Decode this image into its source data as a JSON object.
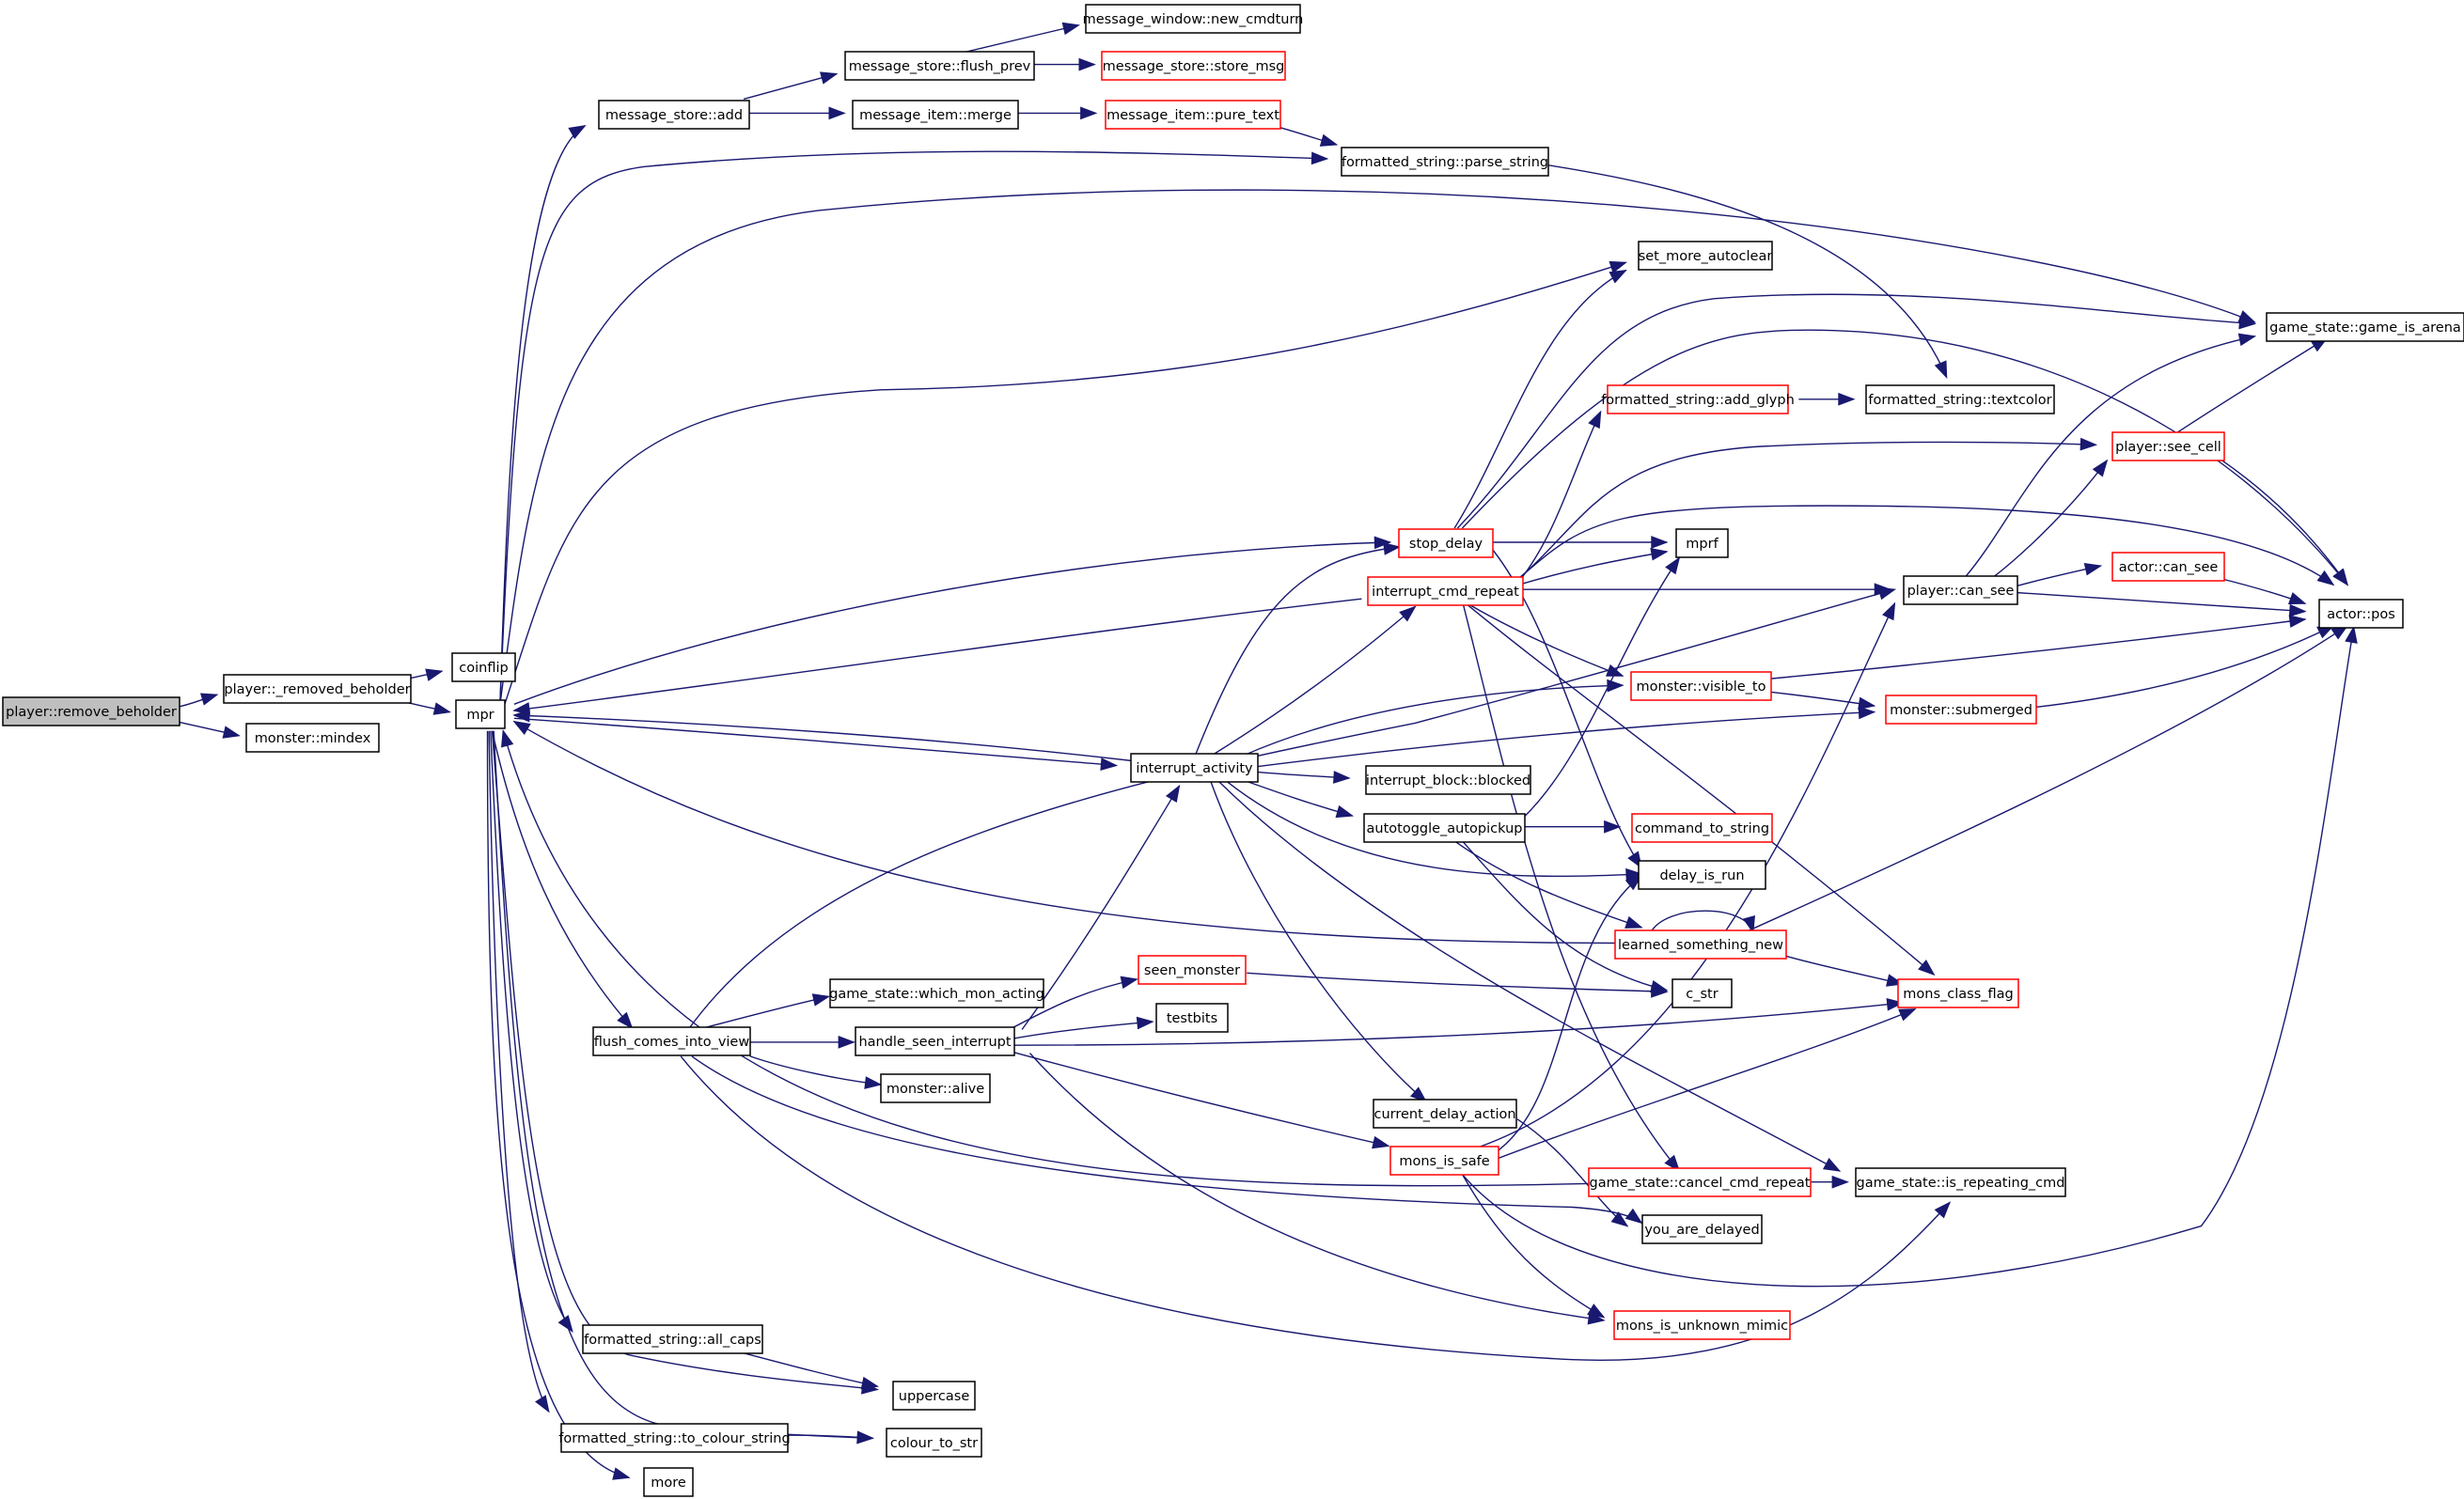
{
  "colors": {
    "edge": "#191970",
    "border_default": "#000000",
    "border_truncated": "#ff0000",
    "fill_root": "#bfbfbf",
    "fill_default": "#ffffff"
  },
  "nodes": [
    {
      "id": "root",
      "label": "player::remove_beholder",
      "style": "root"
    },
    {
      "id": "removed_beholder",
      "label": "player::_removed_beholder",
      "style": "normal"
    },
    {
      "id": "mindex",
      "label": "monster::mindex",
      "style": "normal"
    },
    {
      "id": "coinflip",
      "label": "coinflip",
      "style": "normal"
    },
    {
      "id": "mpr",
      "label": "mpr",
      "style": "normal"
    },
    {
      "id": "ms_add",
      "label": "message_store::add",
      "style": "normal"
    },
    {
      "id": "flush_prev",
      "label": "message_store::flush_prev",
      "style": "normal"
    },
    {
      "id": "new_cmdturn",
      "label": "message_window::new_cmdturn",
      "style": "normal"
    },
    {
      "id": "store_msg",
      "label": "message_store::store_msg",
      "style": "truncated"
    },
    {
      "id": "mi_merge",
      "label": "message_item::merge",
      "style": "normal"
    },
    {
      "id": "pure_text",
      "label": "message_item::pure_text",
      "style": "truncated"
    },
    {
      "id": "parse_string",
      "label": "formatted_string::parse_string",
      "style": "normal"
    },
    {
      "id": "set_more_autoclear",
      "label": "set_more_autoclear",
      "style": "normal"
    },
    {
      "id": "game_is_arena",
      "label": "game_state::game_is_arena",
      "style": "normal"
    },
    {
      "id": "add_glyph",
      "label": "formatted_string::add_glyph",
      "style": "truncated"
    },
    {
      "id": "textcolor",
      "label": "formatted_string::textcolor",
      "style": "normal"
    },
    {
      "id": "see_cell",
      "label": "player::see_cell",
      "style": "truncated"
    },
    {
      "id": "stop_delay",
      "label": "stop_delay",
      "style": "truncated"
    },
    {
      "id": "mprf",
      "label": "mprf",
      "style": "normal"
    },
    {
      "id": "actor_can_see",
      "label": "actor::can_see",
      "style": "truncated"
    },
    {
      "id": "icr",
      "label": "interrupt_cmd_repeat",
      "style": "truncated"
    },
    {
      "id": "p_can_see",
      "label": "player::can_see",
      "style": "normal"
    },
    {
      "id": "actor_pos",
      "label": "actor::pos",
      "style": "normal"
    },
    {
      "id": "visible_to",
      "label": "monster::visible_to",
      "style": "truncated"
    },
    {
      "id": "submerged",
      "label": "monster::submerged",
      "style": "truncated"
    },
    {
      "id": "interrupt_activity",
      "label": "interrupt_activity",
      "style": "normal"
    },
    {
      "id": "ib_blocked",
      "label": "interrupt_block::blocked",
      "style": "normal"
    },
    {
      "id": "autotoggle",
      "label": "autotoggle_autopickup",
      "style": "normal"
    },
    {
      "id": "command_to_string",
      "label": "command_to_string",
      "style": "truncated"
    },
    {
      "id": "delay_is_run",
      "label": "delay_is_run",
      "style": "normal"
    },
    {
      "id": "learned",
      "label": "learned_something_new",
      "style": "truncated"
    },
    {
      "id": "which_mon",
      "label": "game_state::which_mon_acting",
      "style": "normal"
    },
    {
      "id": "seen_monster",
      "label": "seen_monster",
      "style": "truncated"
    },
    {
      "id": "c_str",
      "label": "c_str",
      "style": "normal"
    },
    {
      "id": "mons_class_flag",
      "label": "mons_class_flag",
      "style": "truncated"
    },
    {
      "id": "flush_cv",
      "label": "flush_comes_into_view",
      "style": "normal"
    },
    {
      "id": "hsi",
      "label": "handle_seen_interrupt",
      "style": "normal"
    },
    {
      "id": "testbits",
      "label": "testbits",
      "style": "normal"
    },
    {
      "id": "alive",
      "label": "monster::alive",
      "style": "normal"
    },
    {
      "id": "cda",
      "label": "current_delay_action",
      "style": "normal"
    },
    {
      "id": "mons_is_safe",
      "label": "mons_is_safe",
      "style": "truncated"
    },
    {
      "id": "cancel_cmd_repeat",
      "label": "game_state::cancel_cmd_repeat",
      "style": "truncated"
    },
    {
      "id": "is_repeating",
      "label": "game_state::is_repeating_cmd",
      "style": "normal"
    },
    {
      "id": "you_are_delayed",
      "label": "you_are_delayed",
      "style": "normal"
    },
    {
      "id": "unknown_mimic",
      "label": "mons_is_unknown_mimic",
      "style": "truncated"
    },
    {
      "id": "all_caps",
      "label": "formatted_string::all_caps",
      "style": "normal"
    },
    {
      "id": "uppercase",
      "label": "uppercase",
      "style": "normal"
    },
    {
      "id": "to_colour_string",
      "label": "formatted_string::to_colour_string",
      "style": "normal"
    },
    {
      "id": "colour_to_str",
      "label": "colour_to_str",
      "style": "normal"
    },
    {
      "id": "more",
      "label": "more",
      "style": "normal"
    }
  ],
  "edges": [
    {
      "from": "root",
      "to": "removed_beholder"
    },
    {
      "from": "root",
      "to": "mindex"
    },
    {
      "from": "removed_beholder",
      "to": "coinflip"
    },
    {
      "from": "removed_beholder",
      "to": "mpr"
    },
    {
      "from": "mpr",
      "to": "ms_add"
    },
    {
      "from": "mpr",
      "to": "parse_string"
    },
    {
      "from": "mpr",
      "to": "game_is_arena"
    },
    {
      "from": "mpr",
      "to": "set_more_autoclear"
    },
    {
      "from": "mpr",
      "to": "stop_delay"
    },
    {
      "from": "mpr",
      "to": "interrupt_activity"
    },
    {
      "from": "mpr",
      "to": "flush_cv"
    },
    {
      "from": "mpr",
      "to": "all_caps"
    },
    {
      "from": "mpr",
      "to": "uppercase"
    },
    {
      "from": "mpr",
      "to": "to_colour_string"
    },
    {
      "from": "mpr",
      "to": "colour_to_str"
    },
    {
      "from": "mpr",
      "to": "more"
    },
    {
      "from": "ms_add",
      "to": "flush_prev"
    },
    {
      "from": "ms_add",
      "to": "mi_merge"
    },
    {
      "from": "flush_prev",
      "to": "new_cmdturn"
    },
    {
      "from": "flush_prev",
      "to": "store_msg"
    },
    {
      "from": "mi_merge",
      "to": "pure_text"
    },
    {
      "from": "pure_text",
      "to": "parse_string"
    },
    {
      "from": "parse_string",
      "to": "textcolor"
    },
    {
      "from": "add_glyph",
      "to": "textcolor"
    },
    {
      "from": "stop_delay",
      "to": "set_more_autoclear"
    },
    {
      "from": "stop_delay",
      "to": "game_is_arena"
    },
    {
      "from": "stop_delay",
      "to": "mprf"
    },
    {
      "from": "stop_delay",
      "to": "actor_pos"
    },
    {
      "from": "stop_delay",
      "to": "delay_is_run"
    },
    {
      "from": "icr",
      "to": "mpr"
    },
    {
      "from": "icr",
      "to": "add_glyph"
    },
    {
      "from": "icr",
      "to": "see_cell"
    },
    {
      "from": "icr",
      "to": "mprf"
    },
    {
      "from": "icr",
      "to": "p_can_see"
    },
    {
      "from": "icr",
      "to": "actor_pos"
    },
    {
      "from": "icr",
      "to": "visible_to"
    },
    {
      "from": "icr",
      "to": "mons_class_flag"
    },
    {
      "from": "icr",
      "to": "cancel_cmd_repeat"
    },
    {
      "from": "p_can_see",
      "to": "game_is_arena"
    },
    {
      "from": "p_can_see",
      "to": "see_cell"
    },
    {
      "from": "p_can_see",
      "to": "actor_can_see"
    },
    {
      "from": "p_can_see",
      "to": "actor_pos"
    },
    {
      "from": "see_cell",
      "to": "game_is_arena"
    },
    {
      "from": "see_cell",
      "to": "actor_pos"
    },
    {
      "from": "actor_can_see",
      "to": "actor_pos"
    },
    {
      "from": "visible_to",
      "to": "actor_pos"
    },
    {
      "from": "visible_to",
      "to": "submerged"
    },
    {
      "from": "submerged",
      "to": "actor_pos"
    },
    {
      "from": "interrupt_activity",
      "to": "mpr"
    },
    {
      "from": "interrupt_activity",
      "to": "stop_delay"
    },
    {
      "from": "interrupt_activity",
      "to": "icr"
    },
    {
      "from": "interrupt_activity",
      "to": "visible_to"
    },
    {
      "from": "interrupt_activity",
      "to": "submerged"
    },
    {
      "from": "interrupt_activity",
      "to": "ib_blocked"
    },
    {
      "from": "interrupt_activity",
      "to": "autotoggle"
    },
    {
      "from": "interrupt_activity",
      "to": "delay_is_run"
    },
    {
      "from": "interrupt_activity",
      "to": "cda"
    },
    {
      "from": "interrupt_activity",
      "to": "is_repeating"
    },
    {
      "from": "autotoggle",
      "to": "command_to_string"
    },
    {
      "from": "autotoggle",
      "to": "mprf"
    },
    {
      "from": "autotoggle",
      "to": "learned"
    },
    {
      "from": "autotoggle",
      "to": "c_str"
    },
    {
      "from": "learned",
      "to": "mpr"
    },
    {
      "from": "learned",
      "to": "learned"
    },
    {
      "from": "learned",
      "to": "actor_pos"
    },
    {
      "from": "learned",
      "to": "mons_class_flag"
    },
    {
      "from": "flush_cv",
      "to": "which_mon"
    },
    {
      "from": "flush_cv",
      "to": "hsi"
    },
    {
      "from": "flush_cv",
      "to": "alive"
    },
    {
      "from": "flush_cv",
      "to": "p_can_see"
    },
    {
      "from": "flush_cv",
      "to": "you_are_delayed"
    },
    {
      "from": "flush_cv",
      "to": "is_repeating"
    },
    {
      "from": "hsi",
      "to": "interrupt_activity"
    },
    {
      "from": "hsi",
      "to": "seen_monster"
    },
    {
      "from": "hsi",
      "to": "testbits"
    },
    {
      "from": "hsi",
      "to": "mons_class_flag"
    },
    {
      "from": "hsi",
      "to": "mons_is_safe"
    },
    {
      "from": "hsi",
      "to": "unknown_mimic"
    },
    {
      "from": "seen_monster",
      "to": "c_str"
    },
    {
      "from": "cda",
      "to": "you_are_delayed"
    },
    {
      "from": "mons_is_safe",
      "to": "delay_is_run"
    },
    {
      "from": "mons_is_safe",
      "to": "mons_class_flag"
    },
    {
      "from": "mons_is_safe",
      "to": "unknown_mimic"
    },
    {
      "from": "mons_is_safe",
      "to": "actor_pos"
    },
    {
      "from": "mons_is_safe",
      "to": "p_can_see"
    },
    {
      "from": "cancel_cmd_repeat",
      "to": "mpr"
    },
    {
      "from": "cancel_cmd_repeat",
      "to": "is_repeating"
    },
    {
      "from": "all_caps",
      "to": "uppercase"
    },
    {
      "from": "to_colour_string",
      "to": "colour_to_str"
    }
  ]
}
